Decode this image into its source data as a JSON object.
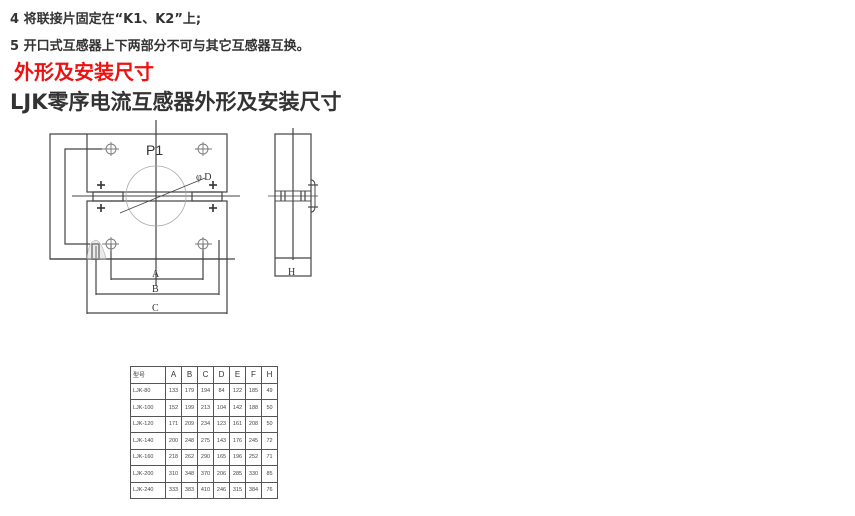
{
  "notes": [
    {
      "text": "4 将联接片固定在“K1、K2”上;"
    },
    {
      "text": "5 开口式互感器上下两部分不可与其它互感器互换。"
    }
  ],
  "section_heading": "外形及安装尺寸",
  "title": "LJK零序电流互感器外形及安装尺寸",
  "drawing": {
    "front_label": "P1",
    "diameter_label": "φ D",
    "dimension_labels": [
      "A",
      "B",
      "C"
    ],
    "side_label": "H"
  },
  "table": {
    "headers": [
      "型号",
      "A",
      "B",
      "C",
      "D",
      "E",
      "F",
      "H"
    ],
    "rows": [
      [
        "LJK-80",
        "133",
        "179",
        "194",
        "84",
        "122",
        "185",
        "49"
      ],
      [
        "LJK-100",
        "152",
        "199",
        "213",
        "104",
        "142",
        "188",
        "50"
      ],
      [
        "LJK-120",
        "171",
        "209",
        "234",
        "123",
        "161",
        "208",
        "50"
      ],
      [
        "LJK-140",
        "200",
        "248",
        "275",
        "143",
        "176",
        "245",
        "72"
      ],
      [
        "LJK-160",
        "218",
        "262",
        "290",
        "165",
        "196",
        "252",
        "71"
      ],
      [
        "LJK-200",
        "310",
        "348",
        "370",
        "206",
        "285",
        "330",
        "85"
      ],
      [
        "LJK-240",
        "333",
        "383",
        "410",
        "246",
        "315",
        "384",
        "76"
      ]
    ]
  }
}
